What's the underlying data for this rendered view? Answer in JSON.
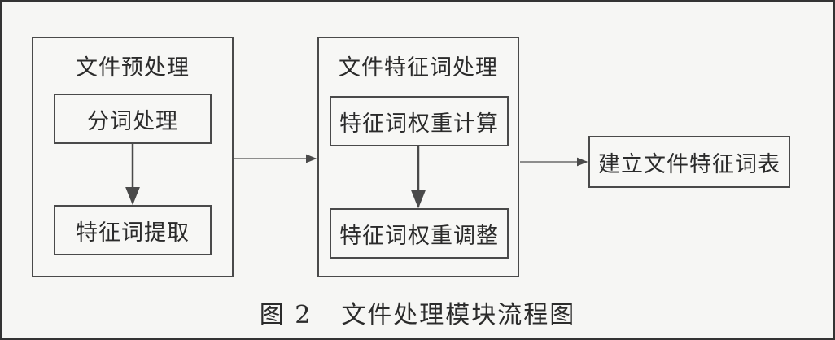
{
  "diagram": {
    "groups": {
      "preprocess": {
        "title": "文件预处理"
      },
      "feature": {
        "title": "文件特征词处理"
      }
    },
    "nodes": {
      "segmentation": "分词处理",
      "extraction": "特征词提取",
      "weight_calc": "特征词权重计算",
      "weight_adjust": "特征词权重调整",
      "build_table": "建立文件特征词表"
    },
    "caption": {
      "figure_number": "图 2",
      "title": "文件处理模块流程图"
    }
  },
  "colors": {
    "line": "#4a4a4a",
    "background": "#f7f7f5",
    "text": "#2b2b2b"
  }
}
